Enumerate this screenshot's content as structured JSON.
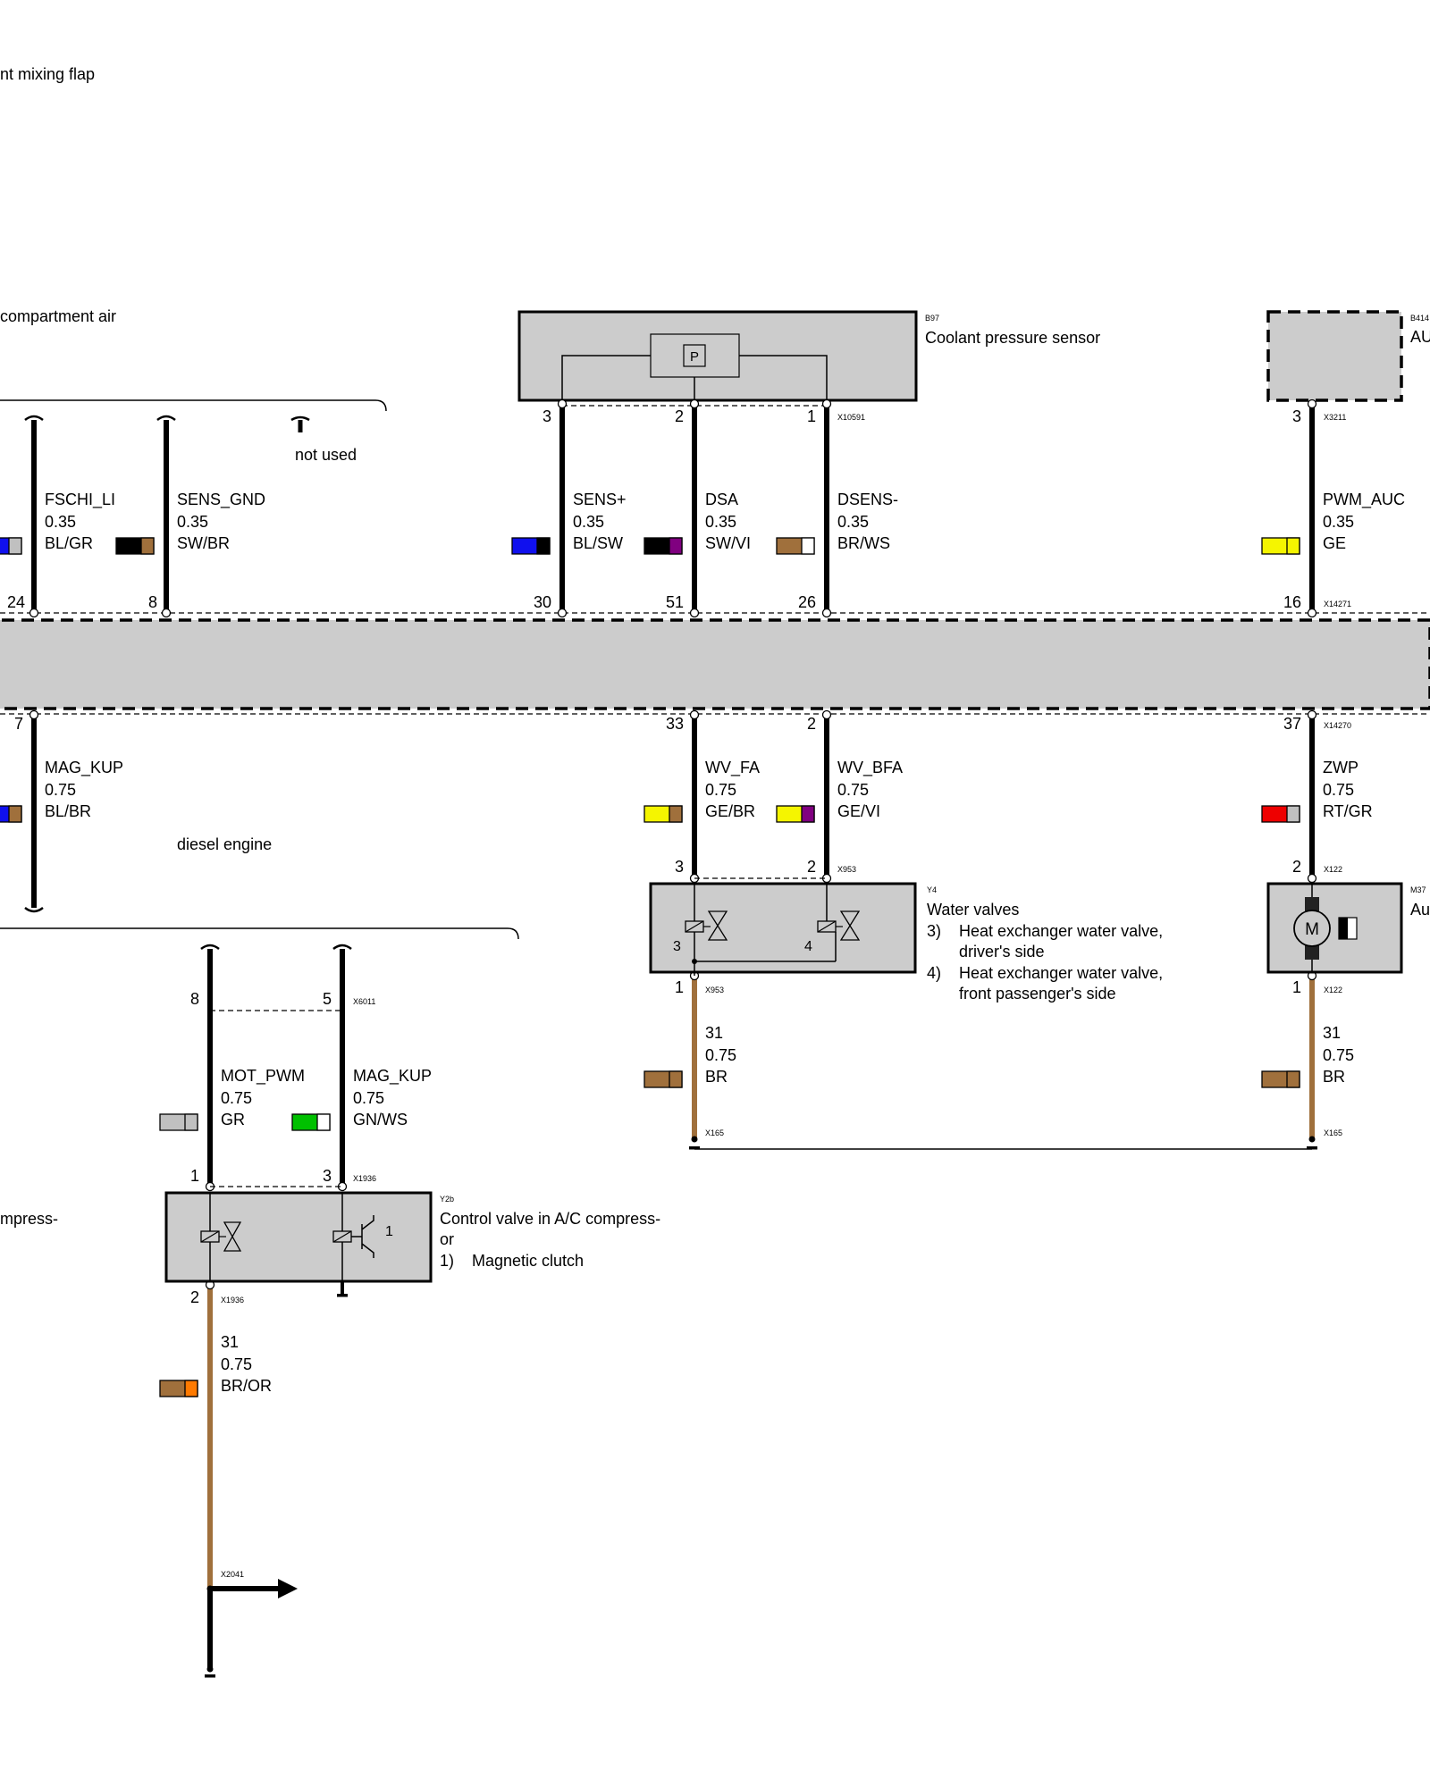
{
  "colors": {
    "BL": "#1010ee",
    "GR": "#c0c0c0",
    "SW": "#000000",
    "BR": "#a0703c",
    "VI": "#800080",
    "WS": "#ffffff",
    "GE": "#f5f500",
    "RT": "#ee0000",
    "GN": "#00c000",
    "OR": "#ff7a00",
    "box_fill": "#cccccc"
  },
  "top_labels": {
    "mixing_flap": "nt mixing flap",
    "compartment_air": "compartment air",
    "compress_left": "mpress-",
    "not_used": "not used",
    "diesel_engine": "diesel engine"
  },
  "components": {
    "b97": {
      "code": "B97",
      "name": "Coolant pressure sensor",
      "symbol": "P",
      "connector": "X10591"
    },
    "b414": {
      "code": "B414",
      "name": "AU",
      "connector": "X3211"
    },
    "y4": {
      "code": "Y4",
      "name": "Water valves",
      "item3_num": "3)",
      "item3_text_a": "Heat exchanger water valve,",
      "item3_text_b": "driver's side",
      "item4_num": "4)",
      "item4_text_a": "Heat exchanger water valve,",
      "item4_text_b": "front passenger's side",
      "inner3": "3",
      "inner4": "4",
      "connector": "X953"
    },
    "m37": {
      "code": "M37",
      "name": "Au",
      "symbol": "M",
      "connector": "X122"
    },
    "y2b": {
      "code": "Y2b",
      "name_a": "Control valve in A/C compress-",
      "name_b": "or",
      "item1_num": "1)",
      "item1_text": "Magnetic clutch",
      "inner1": "1",
      "connector": "X1936"
    }
  },
  "connectors": {
    "x14271": "X14271",
    "x14270": "X14270",
    "x6011": "X6011",
    "x165": "X165",
    "x2041": "X2041"
  },
  "wires": [
    {
      "id": "fschi",
      "signal": "FSCHI_LI",
      "gauge": "0.35",
      "color": "BL/GR",
      "c1": "BL",
      "c2": "GR",
      "pin_bottom": "24"
    },
    {
      "id": "sensgnd",
      "signal": "SENS_GND",
      "gauge": "0.35",
      "color": "SW/BR",
      "c1": "SW",
      "c2": "BR",
      "pin_bottom": "8"
    },
    {
      "id": "sensp",
      "signal": "SENS+",
      "gauge": "0.35",
      "color": "BL/SW",
      "c1": "BL",
      "c2": "SW",
      "pin_top": "3",
      "pin_bottom": "30"
    },
    {
      "id": "dsa",
      "signal": "DSA",
      "gauge": "0.35",
      "color": "SW/VI",
      "c1": "SW",
      "c2": "VI",
      "pin_top": "2",
      "pin_bottom": "51"
    },
    {
      "id": "dsens",
      "signal": "DSENS-",
      "gauge": "0.35",
      "color": "BR/WS",
      "c1": "BR",
      "c2": "WS",
      "pin_top": "1",
      "pin_bottom": "26"
    },
    {
      "id": "pwmauc",
      "signal": "PWM_AUC",
      "gauge": "0.35",
      "color": "GE",
      "c1": "GE",
      "c2": "GE",
      "pin_top": "3",
      "pin_bottom": "16"
    },
    {
      "id": "magkup1",
      "signal": "MAG_KUP",
      "gauge": "0.75",
      "color": "BL/BR",
      "c1": "BL",
      "c2": "BR",
      "pin_top": "7"
    },
    {
      "id": "wvfa",
      "signal": "WV_FA",
      "gauge": "0.75",
      "color": "GE/BR",
      "c1": "GE",
      "c2": "BR",
      "pin_top": "33",
      "pin_bottom": "3"
    },
    {
      "id": "wvbfa",
      "signal": "WV_BFA",
      "gauge": "0.75",
      "color": "GE/VI",
      "c1": "GE",
      "c2": "VI",
      "pin_top": "2",
      "pin_bottom": "2"
    },
    {
      "id": "zwp",
      "signal": "ZWP",
      "gauge": "0.75",
      "color": "RT/GR",
      "c1": "RT",
      "c2": "GR",
      "pin_top": "37",
      "pin_bottom": "2"
    },
    {
      "id": "y4gnd",
      "signal": "31",
      "gauge": "0.75",
      "color": "BR",
      "c1": "BR",
      "c2": "BR",
      "pin_top": "1"
    },
    {
      "id": "m37gnd",
      "signal": "31",
      "gauge": "0.75",
      "color": "BR",
      "c1": "BR",
      "c2": "BR",
      "pin_top": "1"
    },
    {
      "id": "motpwm",
      "signal": "MOT_PWM",
      "gauge": "0.75",
      "color": "GR",
      "c1": "GR",
      "c2": "GR",
      "pin_top": "8",
      "pin_bottom": "1"
    },
    {
      "id": "magkup2",
      "signal": "MAG_KUP",
      "gauge": "0.75",
      "color": "GN/WS",
      "c1": "GN",
      "c2": "WS",
      "pin_top": "5",
      "pin_bottom": "3"
    },
    {
      "id": "y2bgnd",
      "signal": "31",
      "gauge": "0.75",
      "color": "BR/OR",
      "c1": "BR",
      "c2": "OR",
      "pin_top": "2"
    }
  ]
}
